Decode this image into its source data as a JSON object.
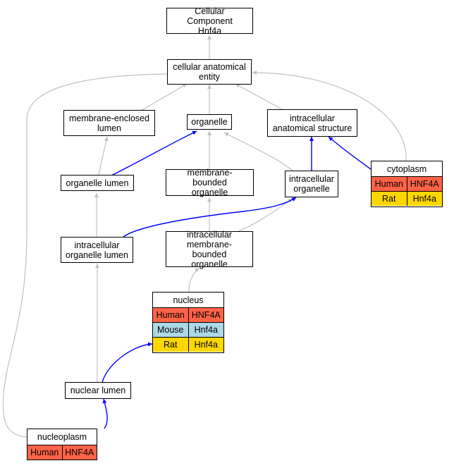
{
  "nodes": {
    "root": {
      "label": "Cellular Component\nHnf4a"
    },
    "cae": {
      "label": "cellular anatomical\nentity"
    },
    "mel": {
      "label": "membrane-enclosed\nlumen"
    },
    "org": {
      "label": "organelle"
    },
    "ias": {
      "label": "intracellular\nanatomical structure"
    },
    "cyto": {
      "label": "cytoplasm",
      "rows": [
        {
          "species": "Human",
          "gene": "HNF4A"
        },
        {
          "species": "Rat",
          "gene": "Hnf4a"
        }
      ]
    },
    "olum": {
      "label": "organelle lumen"
    },
    "mbo": {
      "label": "membrane-bounded\norganelle"
    },
    "io": {
      "label": "intracellular\norganelle"
    },
    "iol": {
      "label": "intracellular\norganelle lumen"
    },
    "imbo": {
      "label": "intracellular\nmembrane-bounded\norganelle"
    },
    "nuc": {
      "label": "nucleus",
      "rows": [
        {
          "species": "Human",
          "gene": "HNF4A"
        },
        {
          "species": "Mouse",
          "gene": "Hnf4a"
        },
        {
          "species": "Rat",
          "gene": "Hnf4a"
        }
      ]
    },
    "nl": {
      "label": "nuclear lumen"
    },
    "np": {
      "label": "nucleoplasm",
      "rows": [
        {
          "species": "Human",
          "gene": "HNF4A"
        }
      ]
    }
  },
  "colors": {
    "is_a_edge": "#c0c0c0",
    "part_of_edge": "#0000ff",
    "Human": "#ff6347",
    "Mouse": "#add8e6",
    "Rat": "#ffd700"
  }
}
